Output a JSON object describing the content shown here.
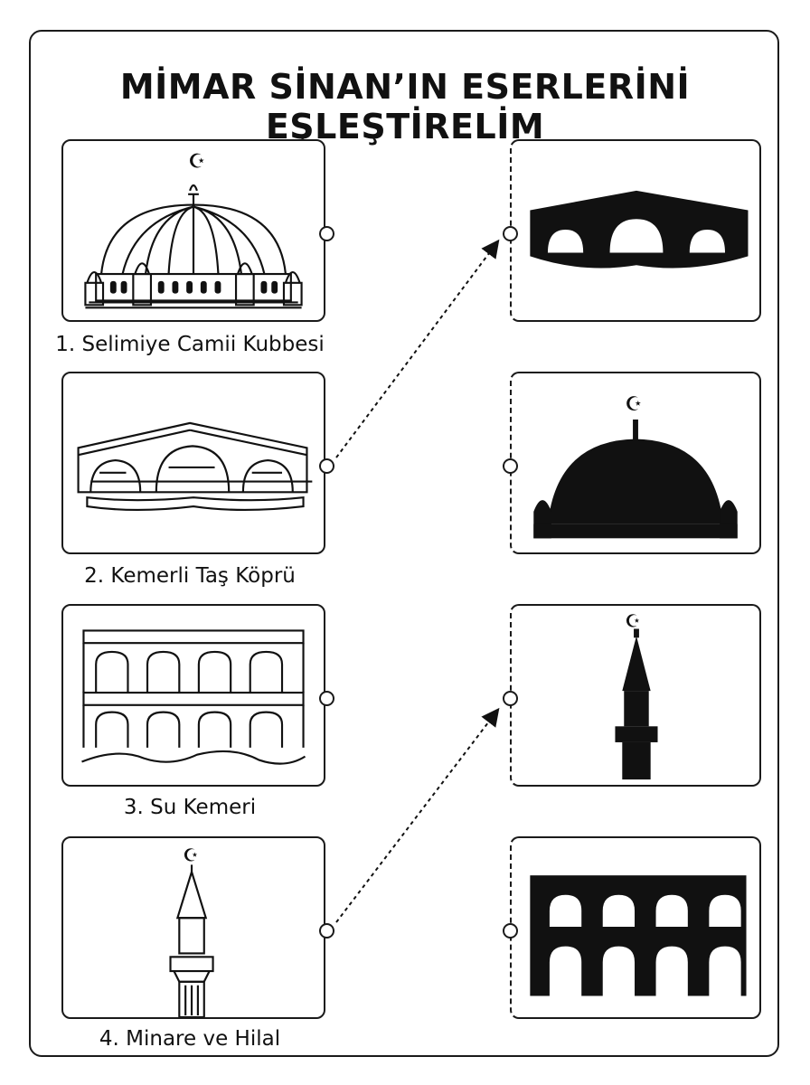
{
  "worksheet": {
    "title": "MİMAR SİNAN’IN ESERLERİNİ EŞLEŞTİRELİM",
    "left_items": [
      {
        "label": "1. Selimiye Camii Kubbesi",
        "icon": "selimiye-dome-icon"
      },
      {
        "label": "2. Kemerli Taş Köprü",
        "icon": "stone-arch-bridge-icon"
      },
      {
        "label": "3. Su Kemeri",
        "icon": "aqueduct-icon"
      },
      {
        "label": "4. Minare ve Hilal",
        "icon": "minaret-crescent-icon"
      }
    ],
    "right_items": [
      {
        "icon": "bridge-silhouette-icon"
      },
      {
        "icon": "dome-silhouette-icon"
      },
      {
        "icon": "minaret-silhouette-icon"
      },
      {
        "icon": "aqueduct-silhouette-icon"
      }
    ],
    "connections": [
      {
        "from": 2,
        "to": 1
      },
      {
        "from": 4,
        "to": 3
      }
    ]
  }
}
